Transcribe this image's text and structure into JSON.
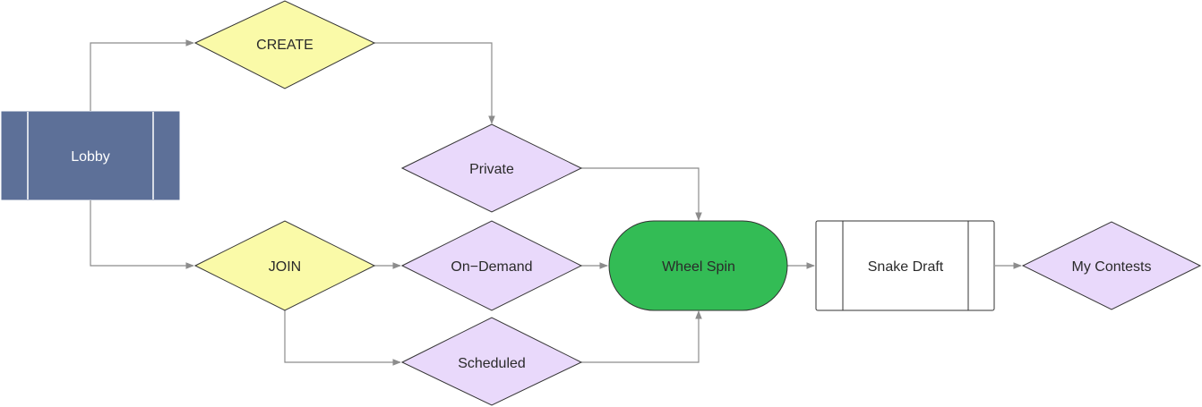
{
  "nodes": {
    "lobby": "Lobby",
    "create": "CREATE",
    "join": "JOIN",
    "private": "Private",
    "on_demand": "On−Demand",
    "scheduled": "Scheduled",
    "wheel_spin": "Wheel Spin",
    "snake_draft": "Snake Draft",
    "my_contests": "My Contests"
  },
  "colors": {
    "lobby_fill": "#5d7098",
    "decision_yellow": "#fafaa8",
    "option_purple": "#e9d9fb",
    "wheel_green": "#33bc55",
    "process_white": "#ffffff",
    "connector": "#8c8c8c"
  }
}
